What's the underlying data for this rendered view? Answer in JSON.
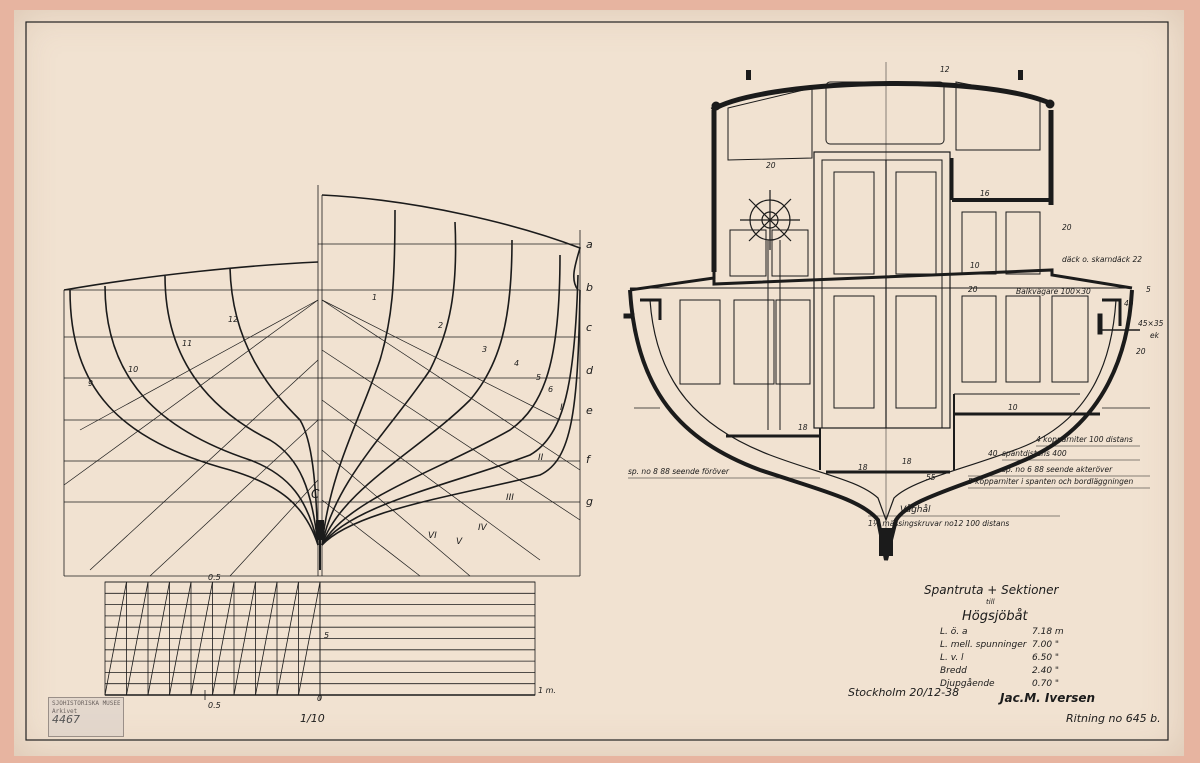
{
  "plan": {
    "station_letters": [
      "a",
      "b",
      "c",
      "d",
      "e",
      "f",
      "g"
    ],
    "bow_numbers": [
      "1",
      "2",
      "3",
      "4",
      "5",
      "6"
    ],
    "stern_numbers": [
      "12",
      "11",
      "10",
      "9"
    ],
    "diagonal_labels": [
      "I",
      "II",
      "III",
      "IV",
      "V",
      "VI"
    ],
    "centerline_label": "C"
  },
  "scale": {
    "top_label": "0.5",
    "middle_label": "5",
    "bottom_left": "0.5",
    "bottom_zero": "0",
    "bottom_right": "1 m.",
    "ratio": "1/10"
  },
  "section": {
    "top_dim": "12",
    "cabin_dim": "20",
    "dim_16": "16",
    "dim_20_right": "20",
    "deck_note": "däck o. skarndäck 22",
    "dim_10_center": "10",
    "dim_20_center": "20",
    "balkvagare": "Balkvägare 100×30",
    "dim_5": "5",
    "dim_45": "45",
    "dim_45x35": "45×35",
    "dim_ek": "ek",
    "dim_20_mm": "20",
    "dim_10_floor": "10",
    "dim_18_a": "18",
    "dim_18_b": "18",
    "dim_18_c": "18",
    "dim_40": "40",
    "dim_55": "55",
    "kopparniter": "4 kopparniter 100 distans",
    "spantdistans": "spantdistans 400",
    "spant_forward": "sp. no 8 88 seende föröver",
    "spant_aft": "sp. no 6 88 seende akteröver",
    "kopparniter_2": "5 kopparniter i spanten och bordläggningen",
    "vaghal": "Våghål",
    "mässing": "1½ mässingskruvar no12 100 distans"
  },
  "title_block": {
    "title": "Spantruta + Sektioner",
    "till": "till",
    "boat": "Högsjöbåt",
    "specs": [
      {
        "label": "L. ö. a",
        "value": "7.18 m"
      },
      {
        "label": "L. mell. spunninger",
        "value": "7.00 \""
      },
      {
        "label": "L. v. l",
        "value": "6.50 \""
      },
      {
        "label": "Bredd",
        "value": "2.40 \""
      },
      {
        "label": "Djupgående",
        "value": "0.70 \""
      }
    ],
    "place_date": "Stockholm 20/12-38",
    "signature": "Jac.M. Iversen",
    "drawing_no": "Ritning no 645 b."
  },
  "stamp": {
    "line1": "SJÖHISTORISKA MUSEET",
    "line2": "Arkivet",
    "number": "4467"
  },
  "colors": {
    "paper": "#f1e2d1",
    "border_tape": "#e7b4a0",
    "ink": "#1b1b1b"
  }
}
